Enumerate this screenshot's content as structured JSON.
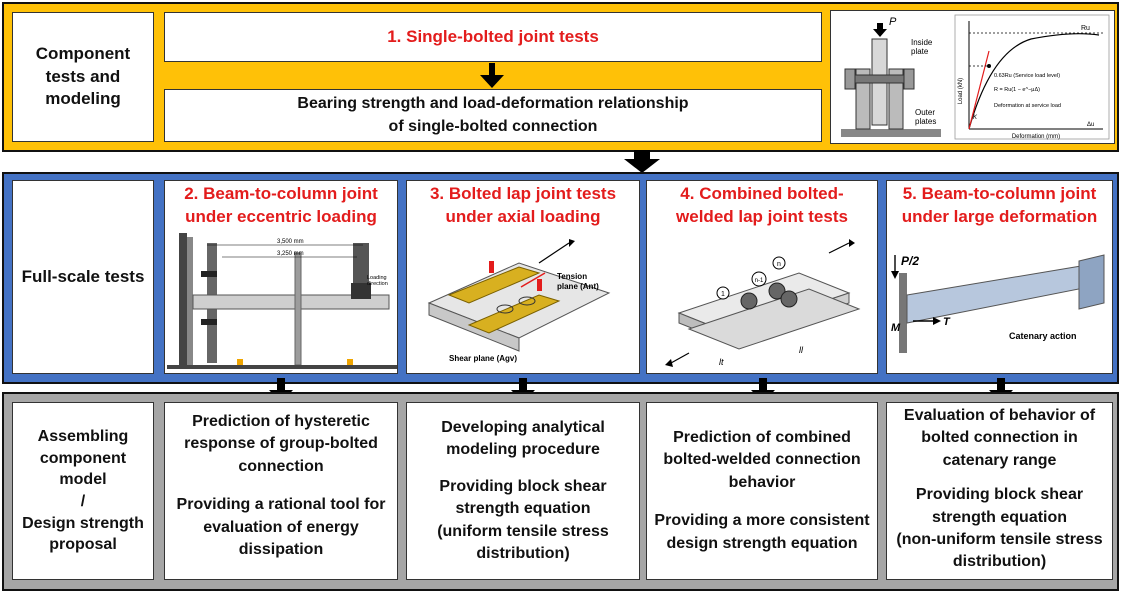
{
  "rows": [
    {
      "label": "Component\ntests and\nmodeling"
    },
    {
      "label": "Full-scale tests"
    },
    {
      "label": "Assembling\ncomponent\nmodel\n/\nDesign strength\nproposal"
    }
  ],
  "component": {
    "test_title": "1. Single-bolted joint tests",
    "result": "Bearing strength and load-deformation relationship\nof single-bolted connection"
  },
  "component_figure": {
    "p_label": "P",
    "inside_plate": "Inside\nplate",
    "outer_plates": "Outer\nplates",
    "load_axis": "Load (kN)",
    "deform_axis": "Deformation (mm)",
    "ru_label": "Ru",
    "service_load": "0.63Ru (Service load level)",
    "equation": "R = Ru(1 − e^−μΔ)",
    "deform_service": "Deformation at service load",
    "k_label": "K",
    "delta_u": "Δu"
  },
  "fullscale": [
    {
      "title": "2. Beam-to-column joint\nunder eccentric loading",
      "dims": [
        "3,500 mm",
        "3,250 mm"
      ],
      "loading": "Loading\ndirection"
    },
    {
      "title": "3. Bolted lap joint tests\nunder axial loading",
      "tension": "Tension\nplane (Ant)",
      "shear": "Shear plane (Agv)"
    },
    {
      "title": "4. Combined bolted-\nwelded lap joint tests",
      "bolts": [
        "1",
        "n-1",
        "n"
      ],
      "lengths": [
        "lt",
        "ll"
      ]
    },
    {
      "title": "5. Beam-to-column joint\nunder large deformation",
      "p": "P/2",
      "m": "M",
      "t": "T",
      "catenary": "Catenary action"
    }
  ],
  "outcomes": [
    {
      "lines": [
        "Prediction of hysteretic\nresponse of group-bolted\nconnection",
        "Providing a rational tool for\nevaluation of energy\ndissipation"
      ]
    },
    {
      "lines": [
        "Developing analytical\nmodeling procedure",
        "Providing block shear\nstrength equation\n(uniform tensile stress\ndistribution)"
      ]
    },
    {
      "lines": [
        "Prediction of combined\nbolted-welded connection\nbehavior",
        "Providing a more consistent\ndesign strength equation"
      ]
    },
    {
      "lines": [
        "Evaluation of behavior of\nbolted connection in\ncatenary range",
        "Providing block shear\nstrength equation\n(non-uniform tensile stress\ndistribution)"
      ]
    }
  ],
  "colors": {
    "yellow": "#ffc107",
    "blue": "#4472c4",
    "gray": "#a6a6a6",
    "red": "#e31c1c"
  }
}
